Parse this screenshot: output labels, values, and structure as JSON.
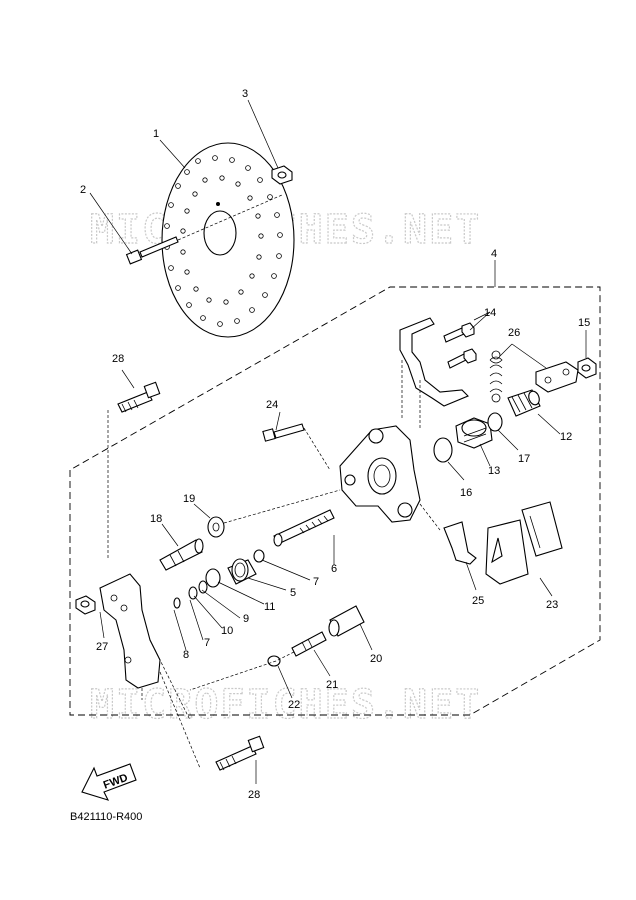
{
  "watermark": {
    "text": "MICROFICHES.NET"
  },
  "fwd_label": "FWD",
  "diagram_code": "B421110-R400",
  "callouts": [
    "1",
    "2",
    "3",
    "4",
    "5",
    "6",
    "7",
    "7",
    "8",
    "9",
    "10",
    "11",
    "12",
    "13",
    "14",
    "15",
    "16",
    "17",
    "18",
    "19",
    "20",
    "21",
    "22",
    "23",
    "24",
    "25",
    "26",
    "27",
    "28",
    "28"
  ]
}
